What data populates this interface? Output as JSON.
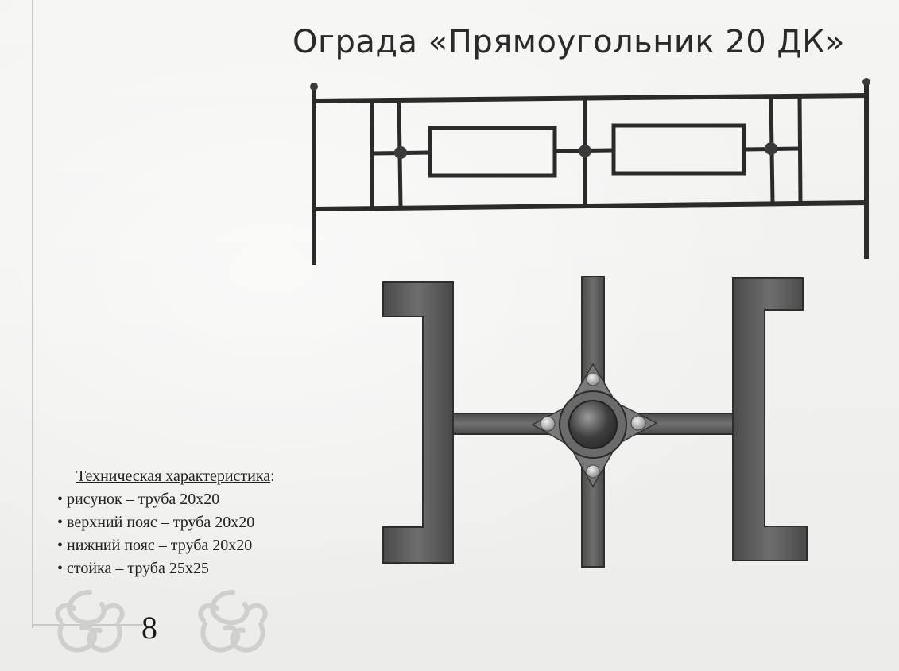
{
  "page": {
    "title": "Ограда «Прямоугольник 20 ДК»",
    "page_number": "8"
  },
  "specs": {
    "heading": "Техническая характеристика",
    "heading_colon": ":",
    "bullet": "•",
    "items": [
      "рисунок – труба 20х20",
      "верхний пояс – труба 20х20",
      "нижний пояс – труба 20х20",
      "стойка – труба 25х25"
    ]
  },
  "drawing": {
    "fence_color": "#2b2b2b",
    "detail_color": "#5a5a5a",
    "ornament_color": "#cfcfcd"
  }
}
